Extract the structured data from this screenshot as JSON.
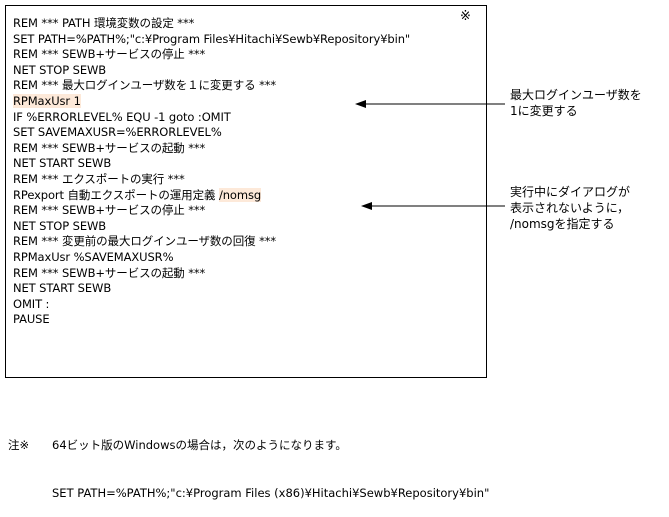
{
  "script_lines": [
    {
      "text": "REM *** PATH 環境変数の設定 ***"
    },
    {
      "text": "SET PATH=%PATH%;\"c:¥Program Files¥Hitachi¥Sewb¥Repository¥bin\""
    },
    {
      "text": "REM *** SEWB+サービスの停止 ***"
    },
    {
      "text": "NET STOP SEWB"
    },
    {
      "text": "REM *** 最大ログインユーザ数を１に変更する ***"
    },
    {
      "text": "RPMaxUsr 1",
      "highlight": true
    },
    {
      "text": "IF %ERRORLEVEL% EQU -1 goto :OMIT"
    },
    {
      "text": "SET SAVEMAXUSR=%ERRORLEVEL%"
    },
    {
      "text": "REM *** SEWB+サービスの起動 ***"
    },
    {
      "text": "NET START SEWB"
    },
    {
      "text": "REM *** エクスポートの実行 ***"
    },
    {
      "text": "RPexport 自動エクスポートの運用定義 ",
      "suffix": "/nomsg",
      "highlight_suffix": true
    },
    {
      "text": "REM *** SEWB+サービスの停止 ***"
    },
    {
      "text": "NET STOP SEWB"
    },
    {
      "text": "REM *** 変更前の最大ログインユーザ数の回復 ***"
    },
    {
      "text": "RPMaxUsr %SAVEMAXUSR%"
    },
    {
      "text": "REM *** SEWB+サービスの起動 ***"
    },
    {
      "text": "NET START SEWB"
    },
    {
      "text": "OMIT :"
    },
    {
      "text": "PAUSE"
    }
  ],
  "footnote_mark": "※",
  "annotations": {
    "max_users": "最大ログインユーザ数を\n1に変更する",
    "nomsg": "実行中にダイアログが\n表示されないように，\n/nomsgを指定する"
  },
  "note": {
    "prefix": "注※",
    "line1": "64ビット版のWindowsの場合は，次のようになります。",
    "line2": "SET PATH=%PATH%;\"c:¥Program Files (x86)¥Hitachi¥Sewb¥Repository¥bin\""
  },
  "colors": {
    "highlight": "#fde9d9",
    "border": "#000000"
  }
}
